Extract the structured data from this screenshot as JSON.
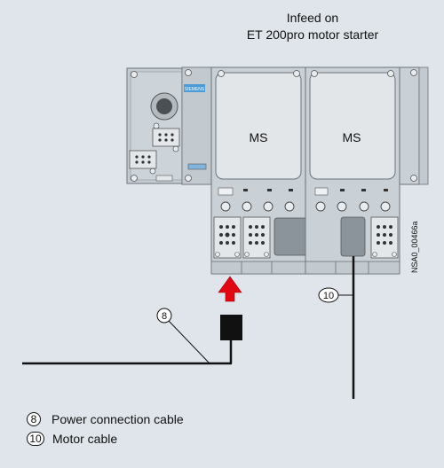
{
  "title": {
    "line1": "Infeed on",
    "line2": "ET 200pro motor starter"
  },
  "brand": "SIEMENS",
  "modules": {
    "left_label": "MS",
    "right_label": "MS"
  },
  "figure_id": "NSA0_00466a",
  "callouts": {
    "power": "8",
    "motor": "10"
  },
  "legend": [
    {
      "num": "8",
      "text": "Power connection cable"
    },
    {
      "num": "10",
      "text": "Motor cable"
    }
  ],
  "colors": {
    "background": "#dfe5ea",
    "housing": "#c9d0d6",
    "arrow": "#e30613",
    "brand_badge": "#4a9bd6"
  }
}
